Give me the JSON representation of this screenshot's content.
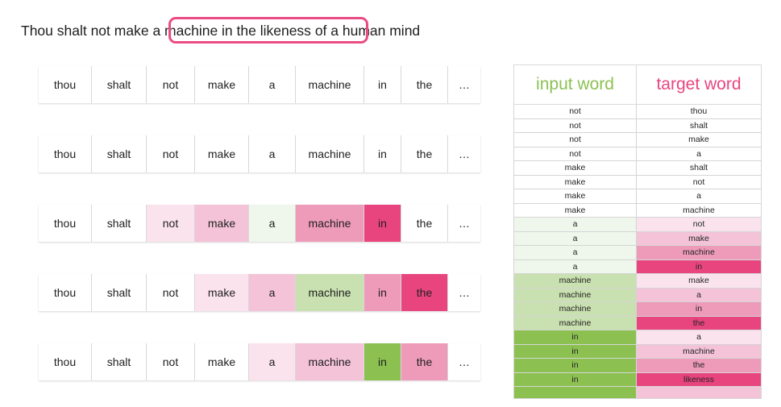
{
  "title": {
    "before": "Thou shalt not make",
    "highlighted": "a machine in the likeness",
    "after": "of a human mind",
    "full": "Thou shalt not make a machine in the likeness of a human mind",
    "highlight_color": "#ea4c84"
  },
  "colors": {
    "green_strong": "#8cc152",
    "green_medium": "#c9e0b0",
    "green_light": "#eff6ec",
    "pink_strong": "#e8457f",
    "pink_medium": "#ee9ab9",
    "pink_light": "#f4c3d7",
    "pink_faint": "#fbe3ed",
    "white": "#ffffff"
  },
  "sequence": {
    "words": [
      "thou",
      "shalt",
      "not",
      "make",
      "a",
      "machine",
      "in",
      "the",
      "…"
    ],
    "rows": [
      {
        "shades": [
          "white",
          "white",
          "white",
          "white",
          "white",
          "white",
          "white",
          "white",
          "white"
        ]
      },
      {
        "shades": [
          "white",
          "white",
          "white",
          "white",
          "white",
          "white",
          "white",
          "white",
          "white"
        ]
      },
      {
        "shades": [
          "white",
          "white",
          "pink_faint",
          "pink_light",
          "green_light",
          "pink_medium",
          "pink_strong",
          "white",
          "white"
        ]
      },
      {
        "shades": [
          "white",
          "white",
          "white",
          "pink_faint",
          "pink_light",
          "green_medium",
          "pink_medium",
          "pink_strong",
          "white"
        ]
      },
      {
        "shades": [
          "white",
          "white",
          "white",
          "white",
          "pink_faint",
          "pink_light",
          "green_strong",
          "pink_medium",
          "white"
        ]
      }
    ]
  },
  "table": {
    "headers": {
      "input": "input word",
      "target": "target word"
    },
    "rows": [
      {
        "input": "not",
        "target": "thou",
        "input_shade": "white",
        "target_shade": "white"
      },
      {
        "input": "not",
        "target": "shalt",
        "input_shade": "white",
        "target_shade": "white"
      },
      {
        "input": "not",
        "target": "make",
        "input_shade": "white",
        "target_shade": "white"
      },
      {
        "input": "not",
        "target": "a",
        "input_shade": "white",
        "target_shade": "white"
      },
      {
        "input": "make",
        "target": "shalt",
        "input_shade": "white",
        "target_shade": "white"
      },
      {
        "input": "make",
        "target": "not",
        "input_shade": "white",
        "target_shade": "white"
      },
      {
        "input": "make",
        "target": "a",
        "input_shade": "white",
        "target_shade": "white"
      },
      {
        "input": "make",
        "target": "machine",
        "input_shade": "white",
        "target_shade": "white"
      },
      {
        "input": "a",
        "target": "not",
        "input_shade": "green_light",
        "target_shade": "pink_faint"
      },
      {
        "input": "a",
        "target": "make",
        "input_shade": "green_light",
        "target_shade": "pink_light"
      },
      {
        "input": "a",
        "target": "machine",
        "input_shade": "green_light",
        "target_shade": "pink_medium"
      },
      {
        "input": "a",
        "target": "in",
        "input_shade": "green_light",
        "target_shade": "pink_strong"
      },
      {
        "input": "machine",
        "target": "make",
        "input_shade": "green_medium",
        "target_shade": "pink_faint"
      },
      {
        "input": "machine",
        "target": "a",
        "input_shade": "green_medium",
        "target_shade": "pink_light"
      },
      {
        "input": "machine",
        "target": "in",
        "input_shade": "green_medium",
        "target_shade": "pink_medium"
      },
      {
        "input": "machine",
        "target": "the",
        "input_shade": "green_medium",
        "target_shade": "pink_strong"
      },
      {
        "input": "in",
        "target": "a",
        "input_shade": "green_strong",
        "target_shade": "pink_faint"
      },
      {
        "input": "in",
        "target": "machine",
        "input_shade": "green_strong",
        "target_shade": "pink_light"
      },
      {
        "input": "in",
        "target": "the",
        "input_shade": "green_strong",
        "target_shade": "pink_medium"
      },
      {
        "input": "in",
        "target": "likeness",
        "input_shade": "green_strong",
        "target_shade": "pink_strong"
      },
      {
        "input": "",
        "target": "",
        "input_shade": "green_strong",
        "target_shade": "pink_light"
      }
    ]
  }
}
